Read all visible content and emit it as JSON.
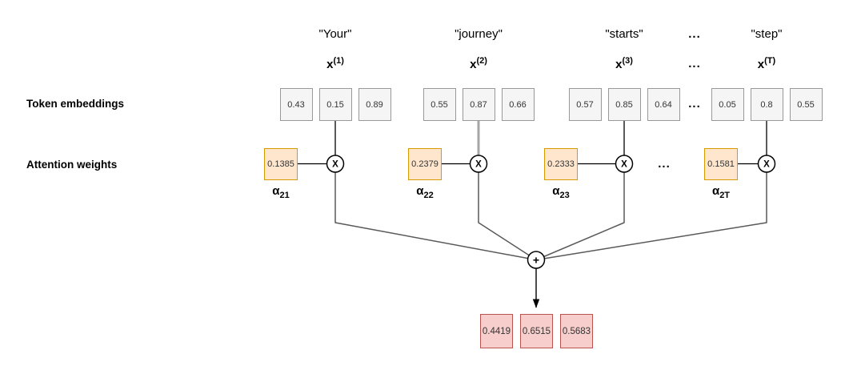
{
  "diagram": {
    "row_labels": {
      "token_embeddings": "Token embeddings",
      "attention_weights": "Attention weights"
    },
    "ellipsis": "...",
    "columns": [
      {
        "word": "\"Your\"",
        "var_base": "x",
        "var_sup": "(1)",
        "embeddings": [
          "0.43",
          "0.15",
          "0.89"
        ],
        "weight": "0.1385",
        "alpha_base": "α",
        "alpha_sub": "21",
        "is_query": false
      },
      {
        "word": "\"journey\"",
        "var_base": "x",
        "var_sup": "(2)",
        "embeddings": [
          "0.55",
          "0.87",
          "0.66"
        ],
        "weight": "0.2379",
        "alpha_base": "α",
        "alpha_sub": "22",
        "is_query": true
      },
      {
        "word": "\"starts\"",
        "var_base": "x",
        "var_sup": "(3)",
        "embeddings": [
          "0.57",
          "0.85",
          "0.64"
        ],
        "weight": "0.2333",
        "alpha_base": "α",
        "alpha_sub": "23",
        "is_query": false
      },
      {
        "word": "\"step\"",
        "var_base": "x",
        "var_sup": "(T)",
        "embeddings": [
          "0.05",
          "0.8",
          "0.55"
        ],
        "weight": "0.1581",
        "alpha_base": "α",
        "alpha_sub": "2T",
        "is_query": false
      }
    ],
    "operators": {
      "multiply": "X",
      "add": "+"
    },
    "output_values": [
      "0.4419",
      "0.6515",
      "0.5683"
    ],
    "colors": {
      "embedding_fill": "#f5f5f5",
      "embedding_border": "#999999",
      "weight_fill": "#ffe6cc",
      "weight_border": "#d79b00",
      "output_fill": "#f8cecc",
      "output_border": "#b85450",
      "line": "#000000",
      "merge_line": "#595959",
      "query_line": "#a6a6a6",
      "node_fill": "#ffffff",
      "node_border": "#000000",
      "text": "#333333"
    }
  }
}
